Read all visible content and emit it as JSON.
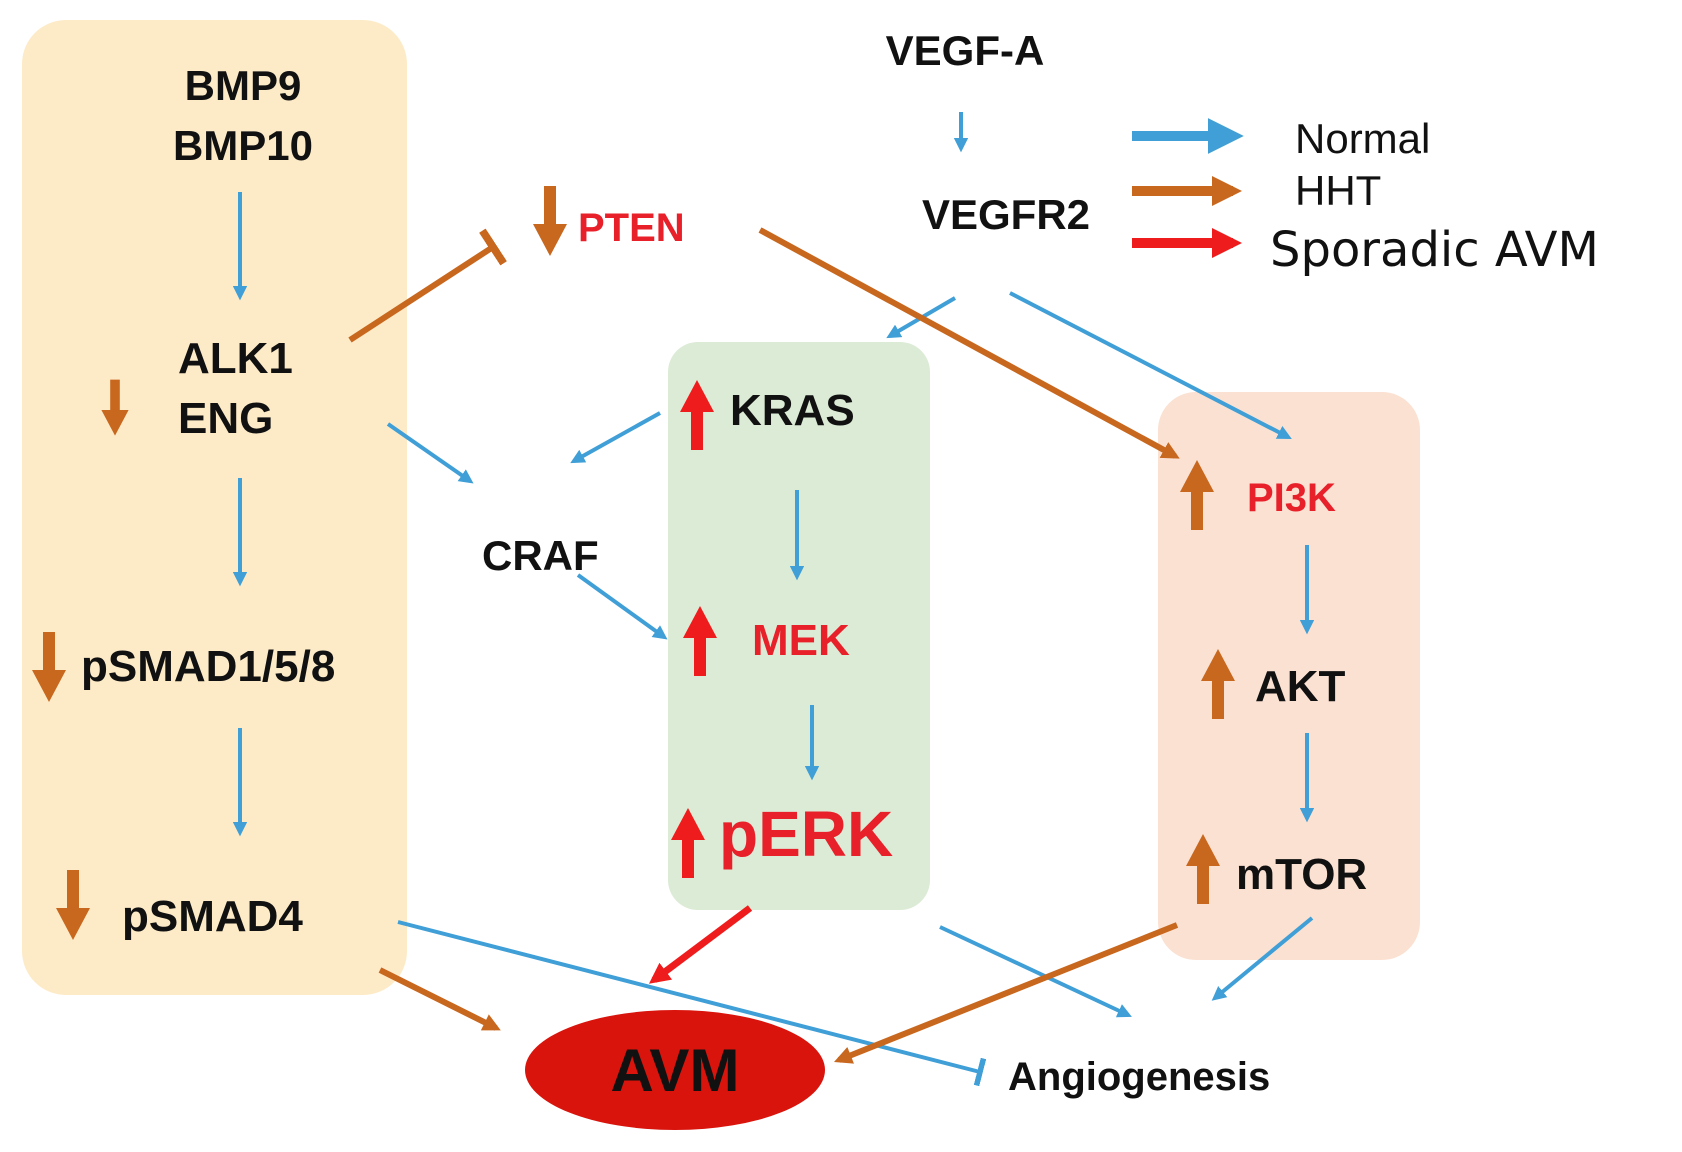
{
  "colors": {
    "normal": "#3f9fd6",
    "hht": "#c8671e",
    "sporadic": "#ee1c1c",
    "red_text": "#e8202a",
    "black_text": "#111111",
    "smad_box": "#fdebc8",
    "mapk_box": "#dcebd6",
    "pi3k_box": "#fbe1d2",
    "avm_fill": "#d8140c"
  },
  "legend": {
    "normal": "Normal",
    "hht": "HHT",
    "sporadic": "Sporadic AVM"
  },
  "nodes": {
    "bmp9": "BMP9",
    "bmp10": "BMP10",
    "alk1": "ALK1",
    "eng": "ENG",
    "psmad158": "pSMAD1/5/8",
    "psmad4": "pSMAD4",
    "vegfa": "VEGF-A",
    "vegfr2": "VEGFR2",
    "pten": "PTEN",
    "kras": "KRAS",
    "craf": "CRAF",
    "mek": "MEK",
    "perk": "pERK",
    "pi3k": "PI3K",
    "akt": "AKT",
    "mtor": "mTOR",
    "avm": "AVM",
    "angiogenesis": "Angiogenesis"
  }
}
